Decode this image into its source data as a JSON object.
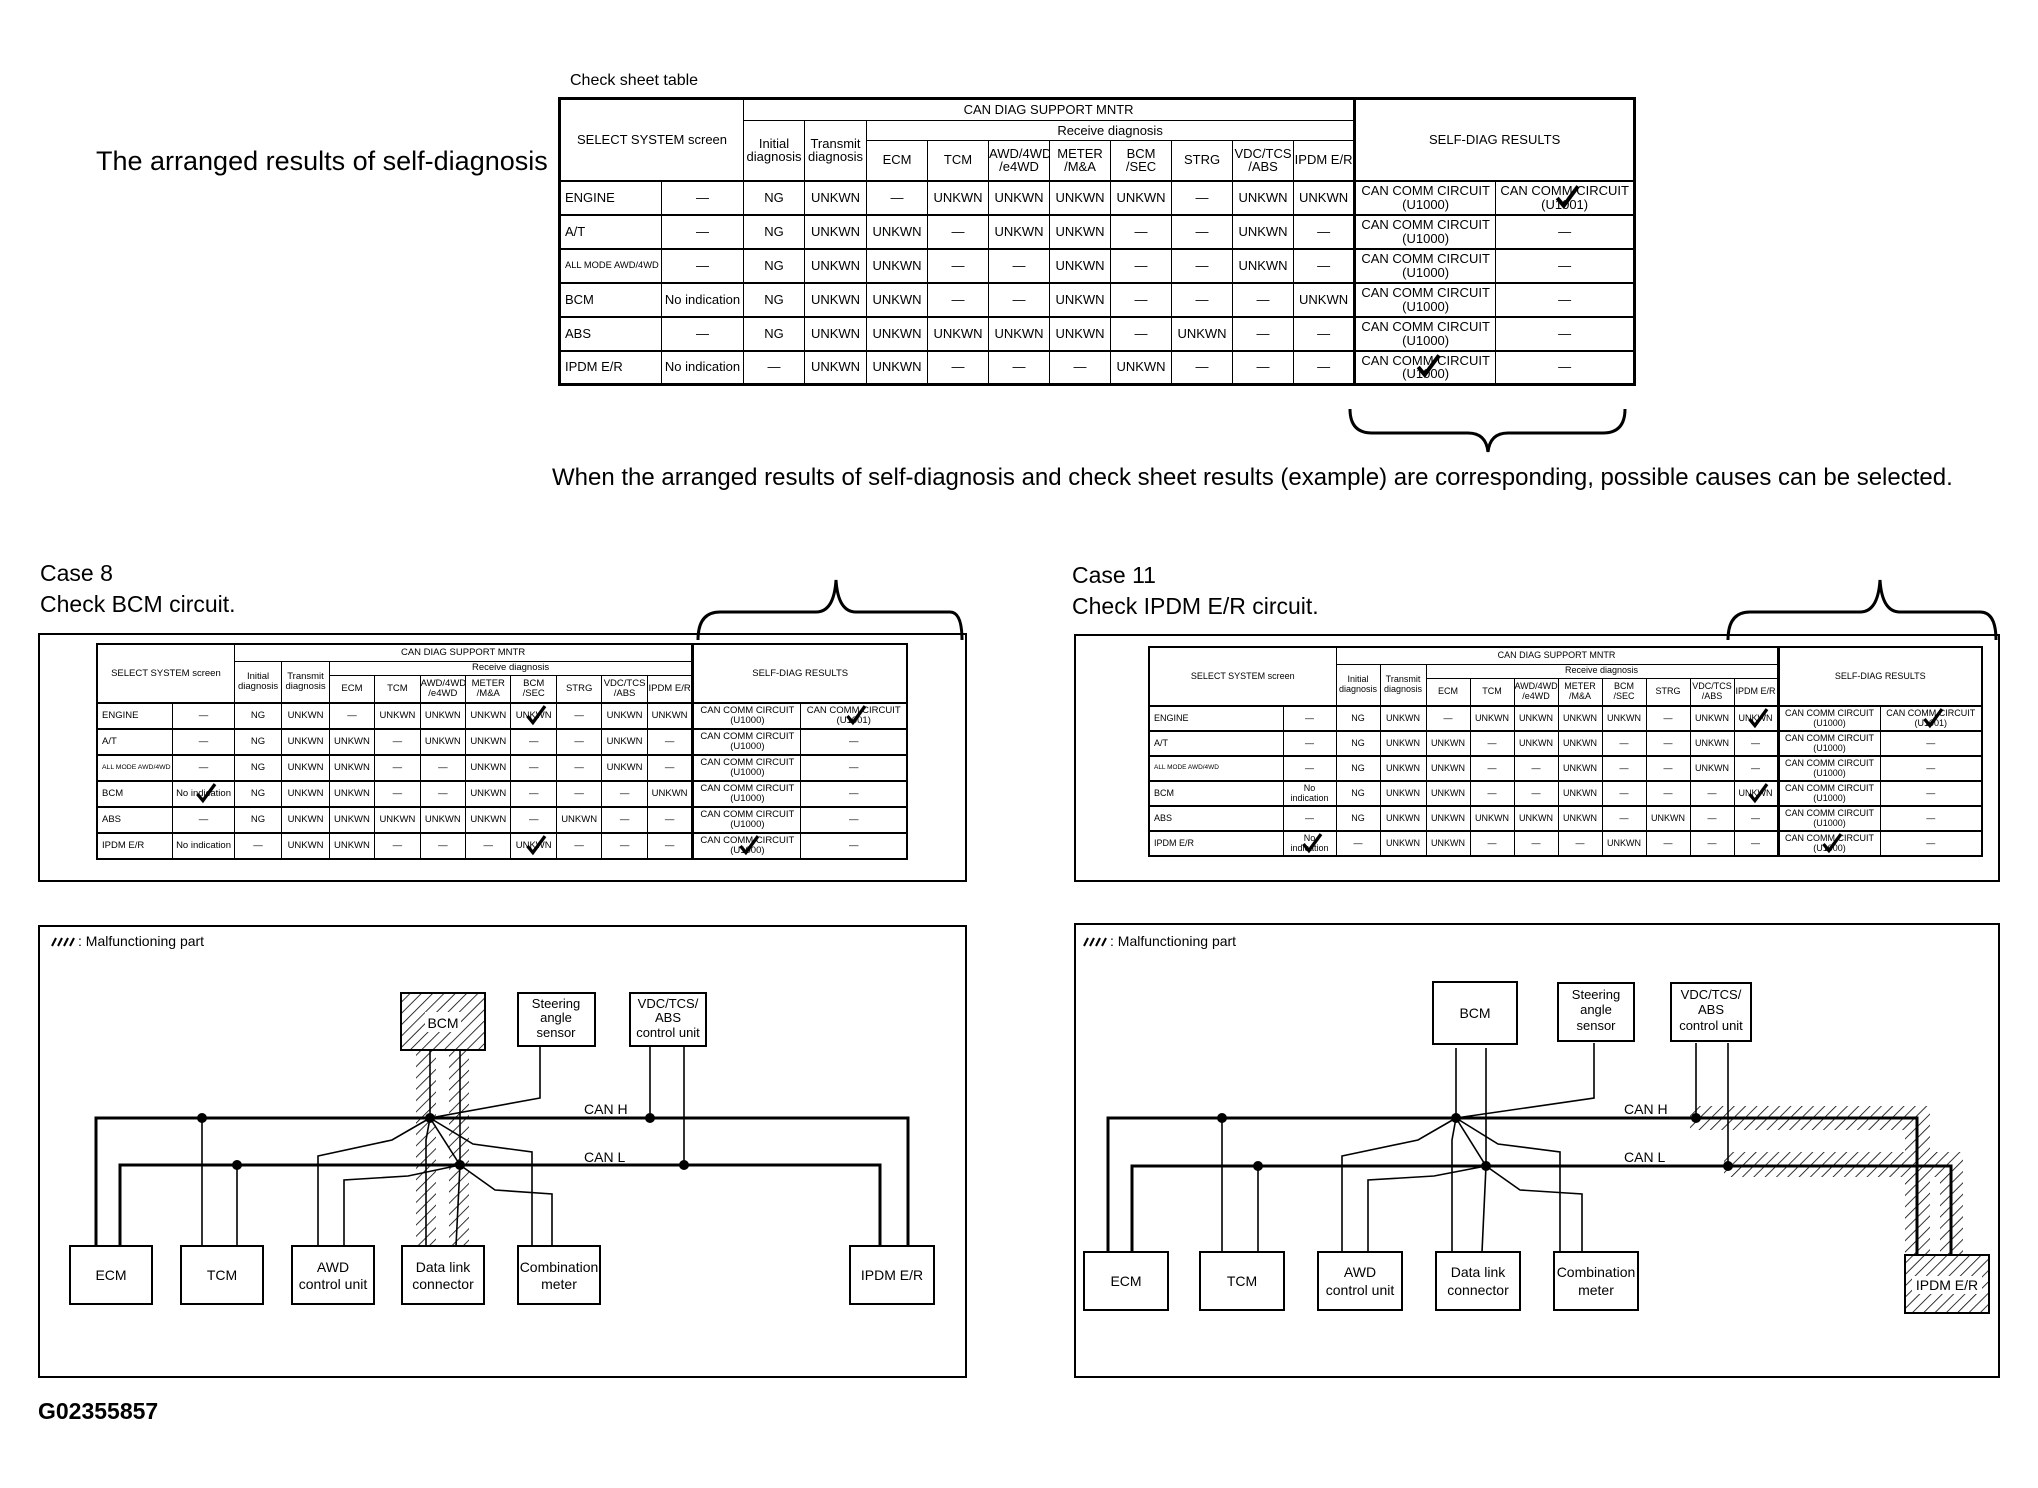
{
  "intro_text": "The arranged results of self-diagnosis",
  "sheet_caption": "Check sheet table",
  "bottom_note": "When the arranged results of self-diagnosis and check sheet results (example) are corresponding, possible causes can be selected.",
  "figure_id": "G02355857",
  "headers": {
    "select_system": "SELECT SYSTEM screen",
    "can_diag": "CAN DIAG SUPPORT MNTR",
    "initial": "Initial diagnosis",
    "transmit": "Transmit diagnosis",
    "receive": "Receive diagnosis",
    "ecm": "ECM",
    "tcm": "TCM",
    "awd": "AWD/4WD /e4WD",
    "meter": "METER /M&A",
    "bcm": "BCM /SEC",
    "strg": "STRG",
    "vdc": "VDC/TCS /ABS",
    "ipdm": "IPDM E/R",
    "self_diag": "SELF-DIAG RESULTS"
  },
  "check_sheet": {
    "rows": [
      {
        "system": "ENGINE",
        "select": "—",
        "initial": "NG",
        "transmit": "UNKWN",
        "ecm": "—",
        "tcm": "UNKWN",
        "awd": "UNKWN",
        "meter": "UNKWN",
        "bcm": "UNKWN",
        "strg": "—",
        "vdc": "UNKWN",
        "ipdm": "UNKWN",
        "result1": "CAN COMM CIRCUIT (U1000)",
        "result2": "CAN COMM CIRCUIT (U1001)"
      },
      {
        "system": "A/T",
        "select": "—",
        "initial": "NG",
        "transmit": "UNKWN",
        "ecm": "UNKWN",
        "tcm": "—",
        "awd": "UNKWN",
        "meter": "UNKWN",
        "bcm": "—",
        "strg": "—",
        "vdc": "UNKWN",
        "ipdm": "—",
        "result1": "CAN COMM CIRCUIT (U1000)",
        "result2": "—"
      },
      {
        "system": "ALL MODE AWD/4WD",
        "select": "—",
        "initial": "NG",
        "transmit": "UNKWN",
        "ecm": "UNKWN",
        "tcm": "—",
        "awd": "—",
        "meter": "UNKWN",
        "bcm": "—",
        "strg": "—",
        "vdc": "UNKWN",
        "ipdm": "—",
        "result1": "CAN COMM CIRCUIT (U1000)",
        "result2": "—"
      },
      {
        "system": "BCM",
        "select": "No indication",
        "initial": "NG",
        "transmit": "UNKWN",
        "ecm": "UNKWN",
        "tcm": "—",
        "awd": "—",
        "meter": "UNKWN",
        "bcm": "—",
        "strg": "—",
        "vdc": "—",
        "ipdm": "UNKWN",
        "result1": "CAN COMM CIRCUIT (U1000)",
        "result2": "—"
      },
      {
        "system": "ABS",
        "select": "—",
        "initial": "NG",
        "transmit": "UNKWN",
        "ecm": "UNKWN",
        "tcm": "UNKWN",
        "awd": "UNKWN",
        "meter": "UNKWN",
        "bcm": "—",
        "strg": "UNKWN",
        "vdc": "—",
        "ipdm": "—",
        "result1": "CAN COMM CIRCUIT (U1000)",
        "result2": "—"
      },
      {
        "system": "IPDM E/R",
        "select": "No indication",
        "initial": "—",
        "transmit": "UNKWN",
        "ecm": "UNKWN",
        "tcm": "—",
        "awd": "—",
        "meter": "—",
        "bcm": "UNKWN",
        "strg": "—",
        "vdc": "—",
        "ipdm": "—",
        "result1": "CAN COMM CIRCUIT (U1000)",
        "result2": "—"
      }
    ]
  },
  "case8": {
    "title": "Case 8",
    "subtitle": "Check BCM circuit.",
    "checks": [
      "0:bcm",
      "0:result2",
      "3:select",
      "5:bcm",
      "5:result1"
    ],
    "malfunction_label": ": Malfunctioning part",
    "malfunctioning": "BCM"
  },
  "case11": {
    "title": "Case 11",
    "subtitle": "Check IPDM E/R circuit.",
    "checks": [
      "0:ipdm",
      "0:result2",
      "3:ipdm",
      "5:select",
      "5:result1"
    ],
    "malfunction_label": ": Malfunctioning part",
    "malfunctioning": "IPDM E/R"
  },
  "main_checks": [
    "0:result2",
    "5:result1"
  ],
  "network": {
    "can_h": "CAN H",
    "can_l": "CAN L",
    "ecm": "ECM",
    "tcm": "TCM",
    "awd_1": "AWD",
    "awd_2": "control unit",
    "dlc_1": "Data link",
    "dlc_2": "connector",
    "meter_1": "Combination",
    "meter_2": "meter",
    "ipdm": "IPDM E/R",
    "bcm": "BCM",
    "steer_1": "Steering",
    "steer_2": "angle",
    "steer_3": "sensor",
    "vdc_1": "VDC/TCS/",
    "vdc_2": "ABS",
    "vdc_3": "control unit"
  }
}
